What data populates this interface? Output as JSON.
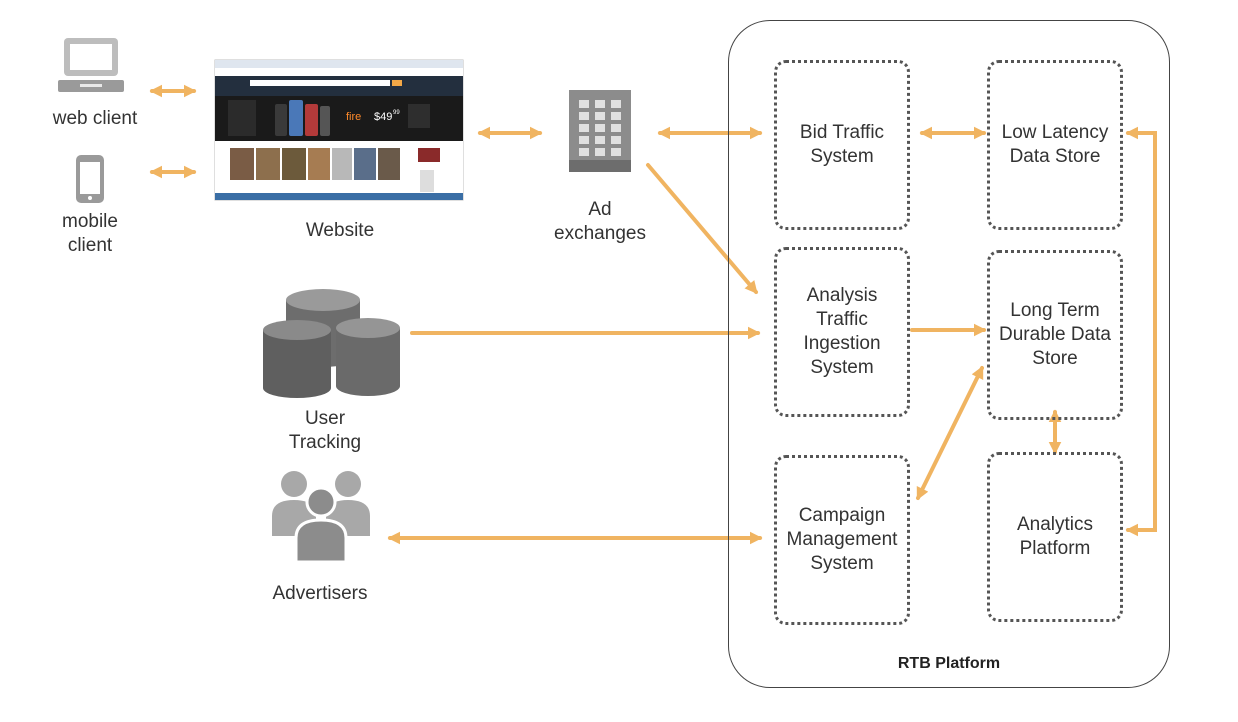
{
  "colors": {
    "arrow": "#f0b461",
    "icon": "#6d6d6d",
    "icon_light": "#9a9a9a",
    "border": "#555555"
  },
  "clients": {
    "web_label": "web client",
    "mobile_label": "mobile\nclient"
  },
  "website": {
    "label": "Website",
    "promo_brand": "fire",
    "promo_price": "$49",
    "promo_price_cents": "99"
  },
  "exchange": {
    "label": "Ad\nexchanges"
  },
  "tracking": {
    "label": "User\nTracking"
  },
  "advertisers": {
    "label": "Advertisers"
  },
  "platform": {
    "title": "RTB Platform",
    "nodes": {
      "bid_traffic": "Bid Traffic\nSystem",
      "low_latency": "Low Latency\nData Store",
      "analysis_ingestion": "Analysis\nTraffic\nIngestion\nSystem",
      "long_term": "Long Term\nDurable Data\nStore",
      "campaign": "Campaign\nManagement\nSystem",
      "analytics": "Analytics\nPlatform"
    }
  }
}
